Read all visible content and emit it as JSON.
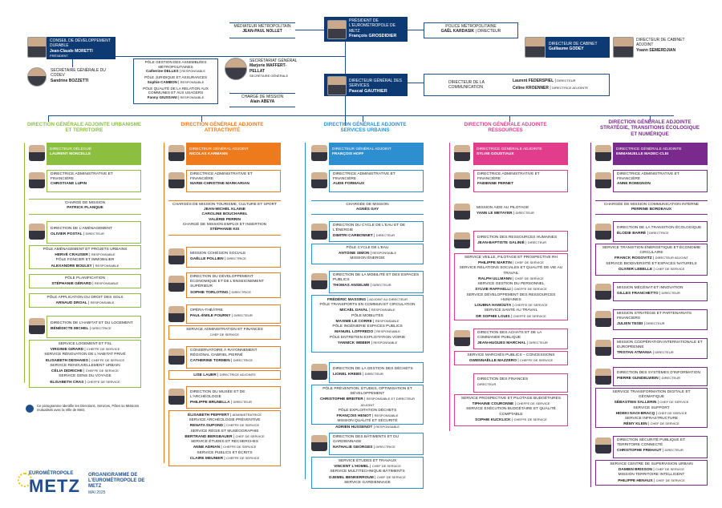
{
  "top": {
    "president": {
      "title": "PRÉSIDENT DE L'EUROMÉTROPOLE DE METZ",
      "name": "François GROSDIDIER"
    },
    "mediateur": {
      "title": "MÉDIATEUR MÉTROPOLITAIN",
      "name": "JEAN-PAUL NOLLET"
    },
    "police": {
      "title": "POLICE MÉTROPOLITAINE",
      "name": "GAËL KARDASIK",
      "role": "DIRECTEUR"
    },
    "codev": {
      "title": "CONSEIL DE DÉVELOPPEMENT DURABLE",
      "name": "Jean-Claude MORETTI",
      "role": "PRÉSIDENT"
    },
    "secgen_codev": {
      "title": "SECRÉTAIRE GÉNÉRALE DU CODEV",
      "name": "Sandrine BOZZETTI"
    },
    "cabinet": {
      "title": "DIRECTEUR DE CABINET",
      "name": "Guillaume GODEY"
    },
    "cabinet_adj": {
      "title": "DIRECTEUR DE CABINET ADJOINT",
      "name": "Yoann SEMERDJIAN"
    },
    "poles": [
      {
        "title": "PÔLE GESTION DES ASSEMBLÉES MÉTROPOLITAINES",
        "name": "Catherine DELLES",
        "role": "RESPONSABLE"
      },
      {
        "title": "PÔLE JURIDIQUE ET ASSURANCES",
        "name": "Sophie CAMBON",
        "role": "RESPONSABLE"
      },
      {
        "title": "PÔLE QUALITÉ DE LA RELATION AUX COMMUNES ET AUX USAGERS",
        "name": "Fanny GIUSSANI",
        "role": "RESPONSABLE"
      }
    ],
    "secretariat": {
      "title": "SECRÉTARIAT GÉNÉRAL",
      "name": "Marjorie MAFFERT-PELLAT",
      "role": "SECRÉTAIRE GÉNÉRALE"
    },
    "charge_mission": {
      "title": "CHARGÉ DE MISSION",
      "name": "Alain ABEYA"
    },
    "dgs": {
      "title": "DIRECTEUR GÉNÉRAL DES SERVICES",
      "name": "Pascal GAUTHIER"
    },
    "communication": {
      "title": "DIRECTEUR DE LA COMMUNICATION",
      "n1": "Laurent FEDERSPIEL",
      "r1": "DIRECTEUR",
      "n2": "Céline KROENNER",
      "r2": "DIRECTRICE ADJOINTE"
    }
  },
  "columns": [
    {
      "title": "DIRECTION GÉNÉRALE ADJOINTE URBANISME ET TERRITOIRE",
      "color": "#8cbf3f",
      "light": "#e8f3d8"
    },
    {
      "title": "DIRECTION GÉNÉRALE ADJOINTE ATTRACTIVITÉ",
      "color": "#ee7a1e",
      "light": "#fde9d7"
    },
    {
      "title": "DIRECTION GÉNÉRALE ADJOINTE SERVICES URBAINS",
      "color": "#2e8fd0",
      "light": "#dcecf8"
    },
    {
      "title": "DIRECTION GÉNÉRALE ADJOINTE RESSOURCES",
      "color": "#e23d8c",
      "light": "#fbdfeb"
    },
    {
      "title": "DIRECTION GÉNÉRALE ADJOINTE STRATÉGIE, TRANSITIONS ÉCOLOGIQUE ET NUMÉRIQUE",
      "color": "#7a2a8c",
      "light": "#ecdcf0"
    }
  ],
  "c1": [
    {
      "t": "DIRECTEUR DÉLÉGUÉ",
      "n": "Laurent MONCELLE"
    },
    {
      "t": "DIRECTRICE ADMINISTRATIVE ET FINANCIÈRE",
      "n": "Christiane LUPIN"
    },
    {
      "t": "CHARGÉ DE MISSION",
      "n": "Patrick PLANQUE"
    },
    {
      "t": "DIRECTION DE L'AMÉNAGEMENT",
      "n": "Olivier POSTAL",
      "r": "DIRECTEUR"
    },
    {
      "t": "PÔLE AMÉNAGEMENT ET PROJETS URBAINS",
      "n": "Hervé CRAUSER",
      "r": "RESPONSABLE",
      "t2": "PÔLE FONCIER ET IMMOBILIER",
      "n2": "Alexandre BOULEY",
      "r2": "RESPONSABLE"
    },
    {
      "t": "PÔLE PLANIFICATION",
      "n": "Stéphanie GÉRARD",
      "r": "RESPONSABLE"
    },
    {
      "t": "PÔLE APPLICATION DU DROIT DES SOLS",
      "n": "Arnaud DROAL",
      "r": "RESPONSABLE"
    },
    {
      "t": "DIRECTION DE L'HABITAT ET DU LOGEMENT",
      "n": "Bénédicte MICHEL",
      "r": "DIRECTRICE"
    },
    {
      "t": "SERVICE LOGEMENT ET FSL",
      "n": "Virginie GIRARD",
      "r": "CHEFFE DE SERVICE",
      "t2": "SERVICE RÉNOVATION DE L'HABITAT PRIVÉ",
      "n2": "Elisabeth DESHAIES",
      "r2": "CHEFFE DE SERVICE",
      "t3": "SERVICE RENOUVELLEMENT URBAIN",
      "n3": "Célia DIDRICHE",
      "r3": "CHEFFE DE SERVICE",
      "t4": "SERVICE GENS DU VOYAGE",
      "n4": "Elisabeth CRAS",
      "r4": "CHEFFE DE SERVICE"
    }
  ],
  "c2": [
    {
      "t": "DIRECTEUR GÉNÉRAL ADJOINT",
      "n": "Nicolas KARMANN"
    },
    {
      "t": "DIRECTRICE ADMINISTRATIVE ET FINANCIÈRE",
      "n": "Marie-Christine MARKARIAN"
    },
    {
      "t": "CHARGÉS DE MISSION TOURISME, CULTURE ET SPORT",
      "n": "Jean-Michel KLAINE",
      "n2": "Caroline BOUCHAREL",
      "n3": "Valérie PERRIN",
      "t2": "CHARGÉ DE MISSION EMPLOI ET INSERTION",
      "n4": "Stéphanie KIS"
    },
    {
      "t": "MISSION COHÉSION SOCIALE",
      "n": "Gaëlle POLLIEN",
      "r": "DIRECTRICE"
    },
    {
      "t": "DIRECTION DU DÉVELOPPEMENT ÉCONOMIQUE ET DE L'ENSEIGNEMENT SUPÉRIEUR",
      "n": "Sophie TORLOTING",
      "r": "DIRECTRICE"
    },
    {
      "t": "OPÉRA-THÉÂTRE",
      "n": "Paul-Émile FOURNY",
      "r": "DIRECTEUR",
      "t2": "SERVICE ADMINISTRATION ET FINANCES",
      "r2": "CHEF DE SERVICE"
    },
    {
      "t": "CONSERVATOIRE À RAYONNEMENT RÉGIONAL GABRIEL PIERNÉ",
      "n": "Catherine TORMEN",
      "r": "DIRECTRICE",
      "n2": "Lise LAUER",
      "r2": "DIRECTRICE ADJOINTE"
    },
    {
      "t": "DIRECTION DU MUSÉE ET DE L'ARCHÉOLOGIE",
      "n": "Philippe BRUNELLA",
      "r": "DIRECTEUR",
      "n2": "Élisabeth PEIFFERT",
      "r2": "ADMINISTRATRICE",
      "t3": "SERVICE ARCHÉOLOGIE PRÉVENTIVE",
      "n3": "Renata DUPOND",
      "r3": "CHEFFE DE SERVICE",
      "t4": "SERVICE RÉGIE ET MUSÉOGRAPHIE",
      "n4": "Bertrand BERGBAUER",
      "r4": "CHEF DE SERVICE",
      "t5": "SERVICE ÉTUDES ET RECHERCHES",
      "n5": "Anne ADRIAN",
      "r5": "CHEFFE DE SERVICE",
      "t6": "SERVICE PUBLICS ET ÉCRITS",
      "n6": "Claire MEUNIER",
      "r6": "CHEFFE DE SERVICE"
    }
  ],
  "c3": [
    {
      "t": "DIRECTEUR GÉNÉRAL ADJOINT",
      "n": "François HOFF"
    },
    {
      "t": "DIRECTRICE ADMINISTRATIVE ET FINANCIÈRE",
      "n": "Aude FORMAUX"
    },
    {
      "t": "CHARGÉE DE MISSION",
      "n": "Agnès GAY"
    },
    {
      "t": "DIRECTION DU CYCLE DE L'EAU ET DE L'ÉNERGIE",
      "n": "Dimitri CARBONNET",
      "r": "DIRECTEUR",
      "t2": "PÔLE CYCLE DE L'EAU",
      "n2": "Antoine SIMON",
      "r2": "RESPONSABLE",
      "t3": "MISSION ÉNERGIE"
    },
    {
      "t": "DIRECTION DE LA MOBILITÉ ET DES ESPACES PUBLICS",
      "n": "Thomas ANSELME",
      "r": "DIRECTEUR",
      "n2": "Frédéric MASSING",
      "r2": "ADJOINT AU DIRECTEUR",
      "t3": "PÔLE TRANSPORTS EN COMMUN ET CIRCULATION",
      "n3": "Micaël DAVAL",
      "r3": "RESPONSABLE",
      "t4": "PÔLE MOBILITÉS",
      "n4": "Maxime LE CORRE",
      "r4": "RESPONSABLE",
      "t5": "PÔLE INGÉNIERIE ESPACES PUBLICS",
      "n5": "Manuel LOFFREDO",
      "r5": "RESPONSABLE",
      "t6": "PÔLE ENTRETIEN EXPLOITATION VOIRIE",
      "n6": "Yannick WEBER",
      "r6": "RESPONSABLE"
    },
    {
      "t": "DIRECTION DE LA GESTION DES DÉCHETS",
      "n": "Lionel KREBS",
      "r": "DIRECTEUR",
      "t2": "PÔLE PRÉVENTION, ÉTUDES, OPTIMISATION ET DÉVELOPPEMENT",
      "n2": "Christophe BREITER",
      "r2": "RESPONSABLE ET DIRECTEUR ADJOINT",
      "t3": "PÔLE EXPLOITATION DÉCHETS",
      "n3": "François HENOT",
      "r3": "RESPONSABLE",
      "t4": "MISSION QUALITÉ ET SÉCURITÉ",
      "n4": "Adrien HUSSENOT",
      "r4": "RESPONSABLE"
    },
    {
      "t": "DIRECTION DES BÂTIMENTS ET DU GARDIENNAGE",
      "n": "Nathalie GEORGES",
      "r": "DIRECTRICE",
      "t2": "SERVICE ÉTUDES ET TRAVAUX",
      "n2": "Vincent L'HOMEL",
      "r2": "CHEF DE SERVICE",
      "t3": "SERVICE MULTITECHNIQUE BÂTIMENTS",
      "n3": "Djemel BENKERROUM",
      "r3": "CHEF DE SERVICE",
      "t4": "SERVICE GARDIENNAGE"
    }
  ],
  "c4": [
    {
      "t": "DIRECTRICE GÉNÉRALE ADJOINTE",
      "n": "Sylvie GOUSTIAUX"
    },
    {
      "t": "DIRECTRICE ADMINISTRATIVE ET FINANCIÈRE",
      "n": "Fabienne PERNET"
    },
    {
      "t": "MISSION AIDE AU PILOTAGE",
      "n": "Yann LE METAYER",
      "r": "DIRECTEUR"
    },
    {
      "t": "DIRECTION DES RESSOURCES HUMAINES",
      "n": "Jean-Baptiste GALINIÉ",
      "r": "DIRECTEUR",
      "t2": "SERVICE VEILLE, PILOTAGE ET PROSPECTIVE RH",
      "n2": "Philippe MARTIN",
      "r2": "CHEF DE SERVICE",
      "t3": "SERVICE RELATIONS SOCIALES ET QUALITÉ DE VIE AU TRAVAIL",
      "n3": "Ralph ULLMANN",
      "r3": "CHEF DE SERVICE",
      "t4": "SERVICE GESTION DU PERSONNEL",
      "n4": "Sylvie RAFFAELLI",
      "r4": "CHEFFE DE SERVICE",
      "t5": "SERVICE DÉVELOPPEMENT DES RESSOURCES HUMAINES",
      "n5": "Loubna HAMOUTA",
      "r5": "CHEFFE DE SERVICE",
      "t6": "SERVICE SANTÉ AU TRAVAIL",
      "n6": "Dr Sophie LOUIS",
      "r6": "CHEFFE DE SERVICE"
    },
    {
      "t": "DIRECTION DES ACHATS ET DE LA COMMANDE PUBLIQUE",
      "n": "Jean-Hugues MARCHAL",
      "r": "DIRECTEUR",
      "t2": "SERVICE MARCHÉS PUBLICS – CONCESSIONS",
      "n2": "Gwennaëlle MAZZERO",
      "r2": "CHEFFE DE SERVICE"
    },
    {
      "t": "DIRECTION DES FINANCES",
      "r": "DIRECTEUR",
      "t2": "SERVICE PROSPECTIVE ET PILOTAGE BUDGÉTAIRES",
      "n2": "Tiphaine COURONNE",
      "r2": "CHEFFE DE SERVICE",
      "t3": "SERVICE EXÉCUTION BUDGÉTAIRE ET QUALITÉ COMPTABLE",
      "n3": "Sophie KUCKLICK",
      "r3": "CHEFFE DE SERVICE"
    }
  ],
  "c5": [
    {
      "t": "DIRECTRICE GÉNÉRALE ADJOINTE",
      "n": "Emmanuelle MADEC-CLEI"
    },
    {
      "t": "DIRECTRICE ADMINISTRATIVE ET FINANCIÈRE",
      "n": "Anne ROMIGNON"
    },
    {
      "t": "CHARGÉE DE MISSION COMMUNICATION INTERNE",
      "n": "Perrine BORDEAUX"
    },
    {
      "t": "DIRECTION DE LA TRANSITION ÉCOLOGIQUE",
      "n": "Élodie BARRÉ",
      "r": "DIRECTRICE",
      "t2": "SERVICE TRANSITION ÉNERGÉTIQUE ET ÉCONOMIE CIRCULAIRE",
      "n2": "Franck ROGOVITZ",
      "r2": "DIRECTEUR ADJOINT",
      "t3": "SERVICE BIODIVERSITÉ ET ESPACES NATURELS",
      "n3": "Olivier LEBELLE",
      "r3": "CHEF DE SERVICE"
    },
    {
      "t": "MISSION MÉCÉNAT ET INNOVATION",
      "n": "Gilles FRANCHETTO",
      "r": "DIRECTEUR"
    },
    {
      "t": "MISSION STRATÉGIE ET PARTENARIATS FINANCIERS",
      "n": "Julien TESEI",
      "r": "DIRECTEUR"
    },
    {
      "t": "MISSION COOPÉRATION INTERNATIONALE ET EUROPÉENNE",
      "n": "Tristan ATMANIA",
      "r": "DIRECTEUR"
    },
    {
      "t": "DIRECTION DES SYSTÈMES D'INFORMATION",
      "n": "Pierre GUNDELWEIN",
      "r": "DIRECTEUR",
      "t2": "SERVICE TRANSFORMATION DIGITALE ET GÉOMATIQUE",
      "n2": "Sébastien SALLERIN",
      "r2": "CHEF DE SERVICE",
      "t3": "SERVICE SUPPORT",
      "n3": "Hideki NAOI-BRACQ",
      "r3": "CHEF DE SERVICE",
      "t4": "SERVICE INFRASTRUCTURE",
      "n4": "Rémy KLEIN",
      "r4": "CHEF DE SERVICE"
    },
    {
      "t": "DIRECTION SÉCURITÉ PUBLIQUE ET TERRITOIRE CONNECTÉ",
      "n": "Christophe FREHAUT",
      "r": "DIRECTEUR",
      "t2": "SERVICE CENTRE DE SUPERVISION URBAIN",
      "n2": "Damien BRISSON",
      "r2": "CHEF DE SERVICE",
      "t3": "MISSION TERRITOIRE INTELLIGENT",
      "n3": "Philippe HENAUX",
      "r3": "CHEF DE SERVICE"
    }
  ],
  "legend": "Ce pictogramme identifie les Directions, Services, Pôles ou Missions mutualisés avec la Ville de Metz.",
  "footer": {
    "logo_top": "EUROMÉTROPOLE",
    "logo_main": "METZ",
    "title": "ORGANIGRAMME DE L'EUROMÉTROPOLE DE METZ",
    "date": "MAI 2025"
  }
}
